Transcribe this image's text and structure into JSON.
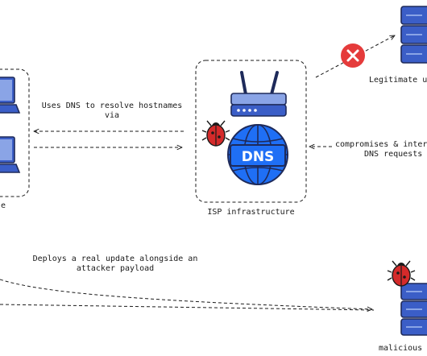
{
  "labels": {
    "dns_resolve": [
      "Uses DNS to resolve hostnames",
      "via"
    ],
    "isp": "ISP infrastructure",
    "legit": "Legitimate u",
    "compromises": [
      "compromises & interc",
      "DNS requests"
    ],
    "deploys": [
      "Deploys a real update alongside an",
      "attacker payload"
    ],
    "malicious": "malicious u",
    "left_edge": "e",
    "dns_badge": "DNS"
  },
  "icons": {
    "laptop": "laptop-icon",
    "router": "router-icon",
    "globe": "globe-icon",
    "server": "server-icon",
    "bug": "bug-icon",
    "error": "error-x-icon"
  },
  "colors": {
    "blue": "#3b5ec7",
    "blue_light": "#8aa4e6",
    "navy": "#1e2a5a",
    "globe_blue": "#1f6ff5",
    "red": "#d42a2a",
    "error_red": "#e53b3b"
  }
}
